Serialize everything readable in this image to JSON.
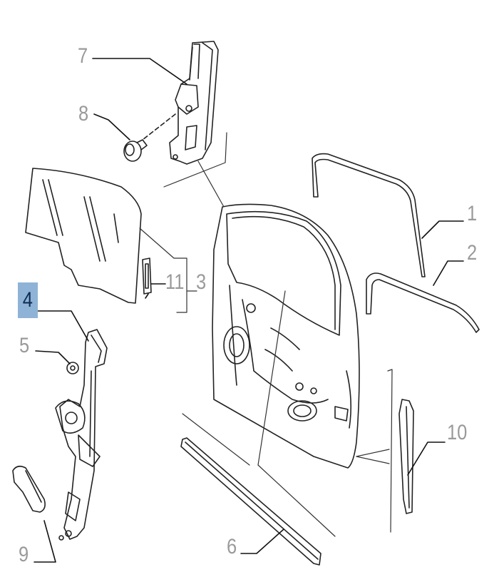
{
  "diagram": {
    "callouts": [
      {
        "id": "1",
        "label": "1",
        "selected": false
      },
      {
        "id": "2",
        "label": "2",
        "selected": false
      },
      {
        "id": "3",
        "label": "3",
        "selected": false
      },
      {
        "id": "4",
        "label": "4",
        "selected": true
      },
      {
        "id": "5",
        "label": "5",
        "selected": false
      },
      {
        "id": "6",
        "label": "6",
        "selected": false
      },
      {
        "id": "7",
        "label": "7",
        "selected": false
      },
      {
        "id": "8",
        "label": "8",
        "selected": false
      },
      {
        "id": "9",
        "label": "9",
        "selected": false
      },
      {
        "id": "10",
        "label": "10",
        "selected": false
      },
      {
        "id": "11",
        "label": "11",
        "selected": false
      }
    ],
    "colors": {
      "line": "#222222",
      "leader": "#111111",
      "callout_text": "#9a9a9a",
      "selected_bg": "#8fb3d6",
      "selected_text": "#0d2d52"
    }
  }
}
